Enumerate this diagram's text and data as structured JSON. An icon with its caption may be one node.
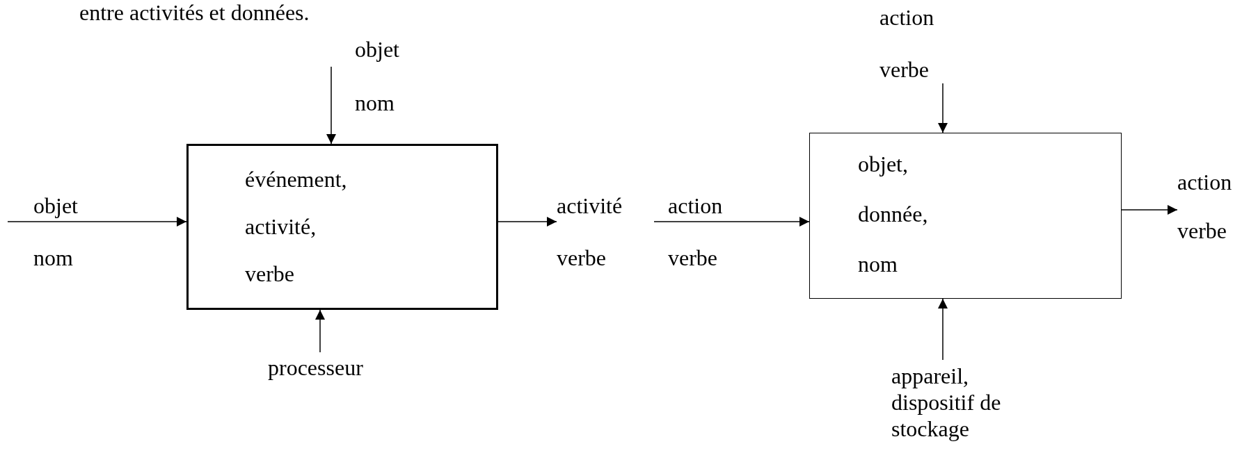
{
  "diagram": {
    "nodes": [
      {
        "text": [
          "événement, activité, verbe"
        ]
      },
      {
        "text": [
          "objet, donnée, nom"
        ]
      },
      {
        "text": [
          "processeur"
        ]
      },
      {
        "text": [
          "appareil, dispositif de stockage"
        ]
      },
      {
        "text": [
          "activité",
          "verbe"
        ]
      },
      {
        "text": [
          "action",
          "verbe"
        ]
      }
    ],
    "edges": [
      {
        "from": null,
        "to": 0,
        "arrow": "to"
      },
      {
        "from": null,
        "to": 0,
        "arrow": "to"
      },
      {
        "from": 2,
        "to": 0,
        "arrow": "to"
      },
      {
        "from": 0,
        "to": 4,
        "arrow": "to"
      },
      {
        "from": null,
        "to": 1,
        "arrow": "to"
      },
      {
        "from": null,
        "to": 1,
        "arrow": "to"
      },
      {
        "from": 3,
        "to": 1,
        "arrow": "to"
      },
      {
        "from": 1,
        "to": 5,
        "arrow": "to"
      }
    ],
    "labels": [
      "entre activités et données.",
      "action",
      "objet",
      "verbe",
      "nom",
      "objet",
      "action",
      "nom",
      "verbe"
    ]
  }
}
